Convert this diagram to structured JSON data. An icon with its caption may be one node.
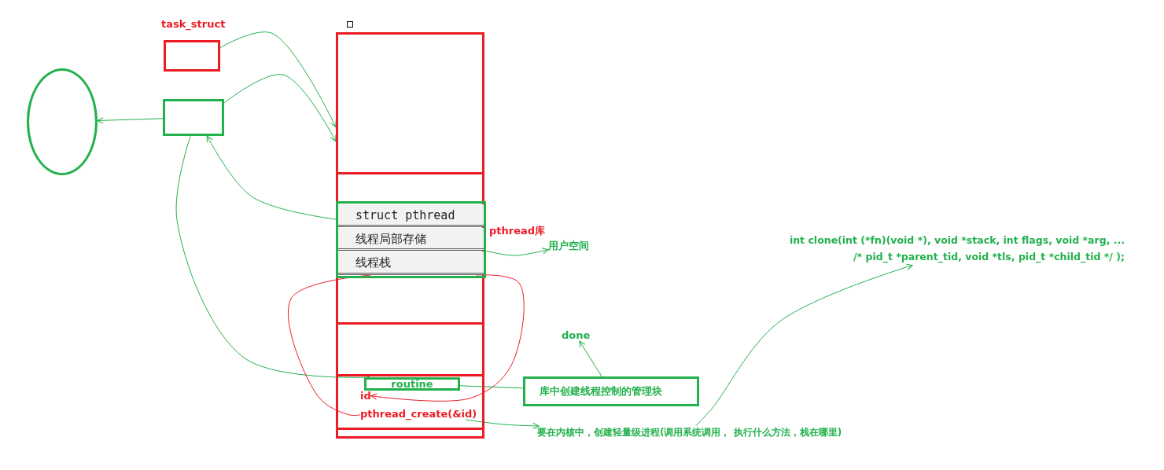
{
  "diagram": {
    "nodes": [
      {
        "text": [],
        "shape": "circle"
      },
      {
        "text": [
          "task_struct"
        ]
      },
      {
        "text": [],
        "shape": "box"
      },
      {
        "text": [],
        "shape": "box"
      },
      {
        "text": [],
        "shape": "box",
        "in": 3,
        "beside": [
          "pthread库"
        ]
      },
      {
        "text": [],
        "shape": "box",
        "in": 4
      },
      {
        "text": [
          "struct pthread"
        ],
        "in": 5
      },
      {
        "text": [
          "线程局部存储"
        ],
        "in": 5
      },
      {
        "text": [
          "线程栈"
        ],
        "in": 5
      },
      {
        "text": [],
        "shape": "box",
        "in": 3
      },
      {
        "text": [
          "routine"
        ],
        "in": 9
      },
      {
        "text": [
          "id"
        ],
        "in": 9
      },
      {
        "text": [
          "pthread_create(&id)"
        ],
        "in": 9
      },
      {
        "text": [
          "用户空间"
        ]
      },
      {
        "text": [
          "库中创建线程控制的管理块"
        ]
      },
      {
        "text": [
          "done"
        ]
      },
      {
        "text": [
          "要在内核中，创建轻量级进程(调用系统调用， 执行什么方法，栈在哪里)"
        ]
      },
      {
        "text": [
          "int clone(int (*fn)(void *), void *stack, int flags, void *arg, ... /* pid_t *parent_tid, void *tls, pid_t *child_tid */ );"
        ]
      }
    ],
    "edges": [
      {
        "from": 2,
        "to": 0,
        "arrow": "to"
      },
      {
        "from": 1,
        "to": 3,
        "arrow": "to"
      },
      {
        "from": 2,
        "to": 3,
        "arrow": "to"
      },
      {
        "from": 5,
        "to": 2,
        "arrow": "to"
      },
      {
        "from": 2,
        "to": 10,
        "arrow": "to"
      },
      {
        "from": 5,
        "to": 13,
        "arrow": "to"
      },
      {
        "from": 8,
        "to": 11,
        "arrow": "to",
        "color": "#ed1c24"
      },
      {
        "from": 8,
        "to": 12,
        "arrow": "none",
        "color": "#ed1c24"
      },
      {
        "from": 10,
        "to": 14,
        "arrow": "none"
      },
      {
        "from": 12,
        "to": 16,
        "arrow": "to"
      },
      {
        "from": 14,
        "to": 15,
        "arrow": "to"
      },
      {
        "from": 16,
        "to": 17,
        "arrow": "to"
      }
    ]
  }
}
